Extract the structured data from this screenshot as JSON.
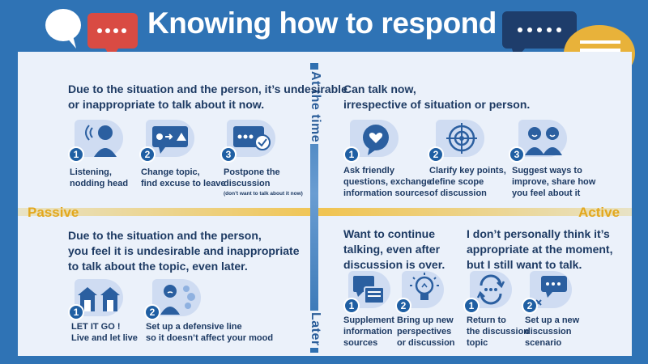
{
  "header": {
    "title": "Knowing how to respond"
  },
  "axes": {
    "top": "At the time",
    "bottom": "Later",
    "left": "Passive",
    "right": "Active"
  },
  "quadrants": {
    "top_left": {
      "title_line1": "Due to the situation and the person, it’s undesirable",
      "title_line2": "or inappropriate to talk about it now.",
      "items": [
        {
          "num": "1",
          "line1": "Listening,",
          "line2": "nodding head"
        },
        {
          "num": "2",
          "line1": "Change topic,",
          "line2": "find excuse to leave"
        },
        {
          "num": "3",
          "line1": "Postpone the",
          "line2": "discussion",
          "note": "(don’t want to talk about it now)"
        }
      ]
    },
    "top_right": {
      "title_line1": "Can talk now,",
      "title_line2": "irrespective of situation or person.",
      "items": [
        {
          "num": "1",
          "line1": "Ask friendly",
          "line2": "questions, exchange",
          "line3": "information sources"
        },
        {
          "num": "2",
          "line1": "Clarify key points,",
          "line2": "define scope",
          "line3": "of discussion"
        },
        {
          "num": "3",
          "line1": "Suggest ways to",
          "line2": "improve, share how",
          "line3": "you feel about it"
        }
      ]
    },
    "bottom_left": {
      "title_line1": "Due to the situation and the person,",
      "title_line2": "you feel it is undesirable and inappropriate",
      "title_line3": "to talk about the topic, even later.",
      "items": [
        {
          "num": "1",
          "line1": "LET IT GO !",
          "line2": "Live and let live"
        },
        {
          "num": "2",
          "line1": "Set up a defensive line",
          "line2": "so it doesn’t affect your mood"
        }
      ]
    },
    "bottom_mid": {
      "title_line1": "Want to continue",
      "title_line2": "talking, even after",
      "title_line3": "discussion is over.",
      "items": [
        {
          "num": "1",
          "line1": "Supplement",
          "line2": "information",
          "line3": "sources"
        },
        {
          "num": "2",
          "line1": "Bring up new",
          "line2": "perspectives",
          "line3": "or discussion"
        }
      ]
    },
    "bottom_right": {
      "title_line1": "I don’t personally think it’s",
      "title_line2": "appropriate at the moment,",
      "title_line3": "but I still want to talk.",
      "items": [
        {
          "num": "1",
          "line1": "Return to",
          "line2": "the discussion",
          "line3": "topic"
        },
        {
          "num": "2",
          "line1": "Set up a new",
          "line2": "discussion",
          "line3": "scenario"
        }
      ]
    }
  },
  "colors": {
    "background": "#2f73b5",
    "panel": "#ebf1fa",
    "navy": "#1d3a63",
    "accent_yellow": "#e3a81e",
    "accent_red": "#d94b43",
    "icon_bg": "#cfdcf2",
    "number_badge": "#1f5fa3"
  }
}
